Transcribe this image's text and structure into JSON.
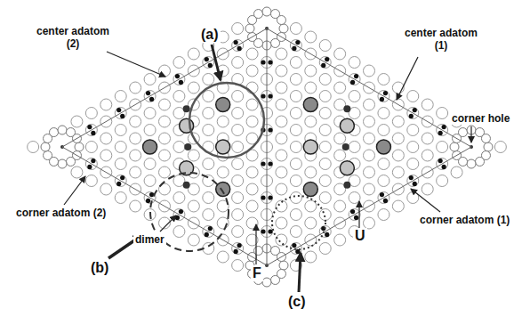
{
  "diagram": {
    "labels": [
      "center adatom (2)",
      "(a)",
      "center adatom (1)",
      "corner hole",
      "corner adatom (2)",
      "corner adatom (1)",
      "dimer",
      "(b)",
      "F",
      "(c)",
      "U"
    ]
  }
}
